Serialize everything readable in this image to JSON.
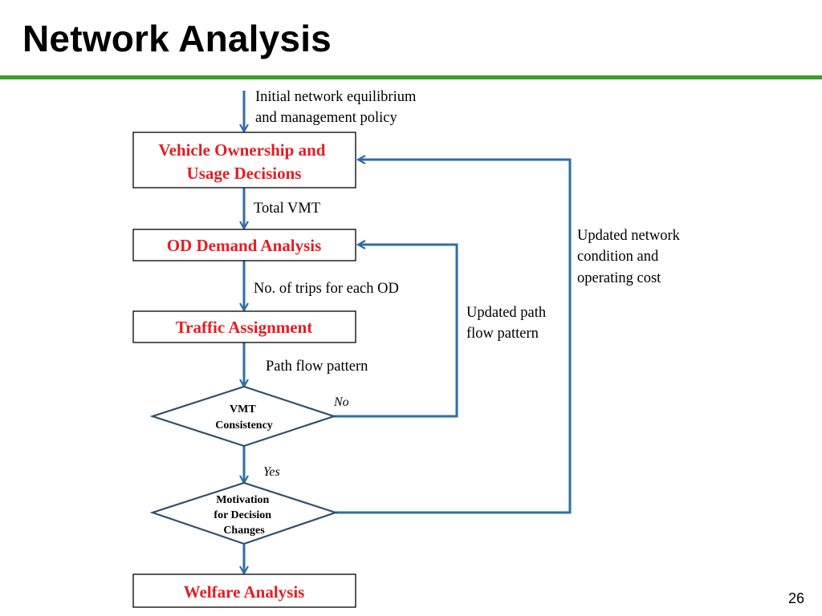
{
  "slide": {
    "title": "Network Analysis",
    "page_number": "26",
    "accent_color": "#3C9A2E",
    "box_text_color": "#E31E24",
    "arrow_color": "#2E6DA8"
  },
  "flowchart": {
    "input_label": [
      "Initial network equilibrium",
      "and management policy"
    ],
    "boxes": {
      "vehicle": [
        "Vehicle Ownership and",
        "Usage Decisions"
      ],
      "od": "OD Demand Analysis",
      "traffic": "Traffic Assignment",
      "welfare": "Welfare Analysis"
    },
    "decisions": {
      "vmt": [
        "VMT",
        "Consistency"
      ],
      "motivation": [
        "Motivation",
        "for Decision",
        "Changes"
      ]
    },
    "edge_labels": {
      "total_vmt": "Total VMT",
      "trips": "No. of trips for each OD",
      "path_flow": "Path flow pattern",
      "no": "No",
      "yes": "Yes",
      "updated_path": [
        "Updated path",
        "flow pattern"
      ],
      "updated_network": [
        "Updated network",
        "condition and",
        "operating cost"
      ]
    }
  }
}
